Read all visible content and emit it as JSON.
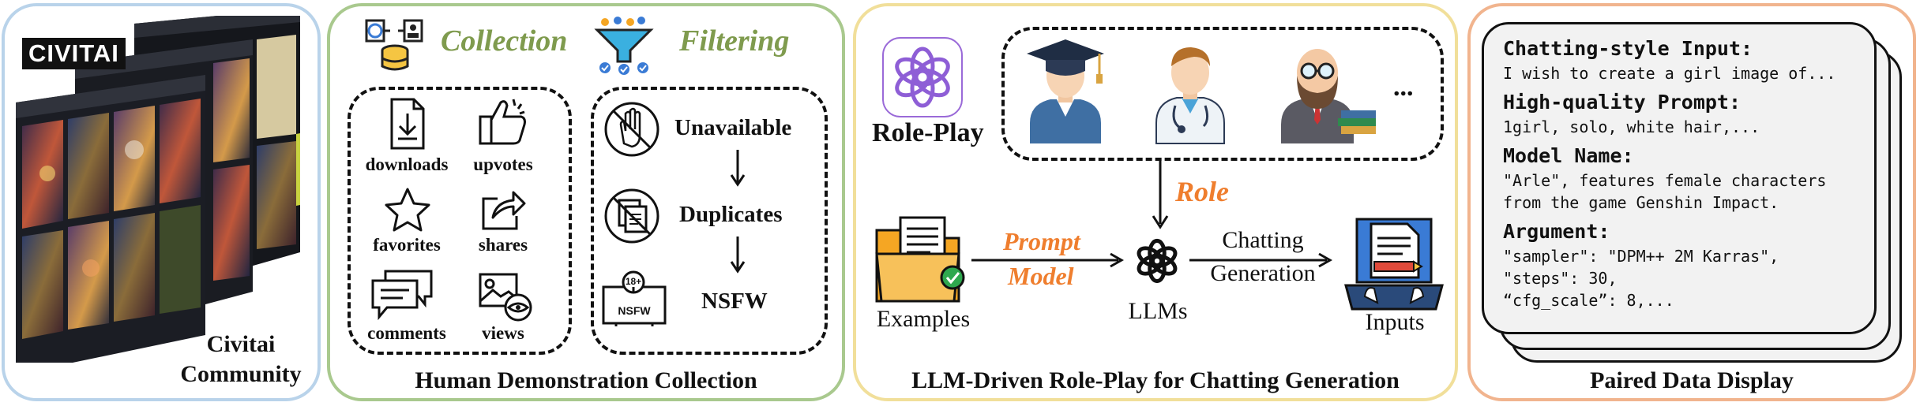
{
  "panel1": {
    "logo": "CIVITAI",
    "label_line1": "Civitai",
    "label_line2": "Community"
  },
  "panel2": {
    "collection_title": "Collection",
    "filtering_title": "Filtering",
    "metrics": [
      "downloads",
      "upvotes",
      "favorites",
      "shares",
      "comments",
      "views"
    ],
    "filter_steps": [
      "Unavailable",
      "Duplicates",
      "NSFW"
    ],
    "badge": "18+",
    "badge_sub": "NSFW",
    "caption": "Human Demonstration Collection"
  },
  "panel3": {
    "roleplay_label": "Role-Play",
    "ellipsis": "...",
    "role_label": "Role",
    "prompt_model_line1": "Prompt",
    "prompt_model_line2": "Model",
    "examples_label": "Examples",
    "llms_label": "LLMs",
    "chatting_line1": "Chatting",
    "chatting_line2": "Generation",
    "inputs_label": "Inputs",
    "caption": "LLM-Driven Role-Play for Chatting Generation"
  },
  "panel4": {
    "caption": "Paired Data Display",
    "sections": [
      {
        "heading": "Chatting-style Input:",
        "lines": [
          "I wish to create a girl image of..."
        ]
      },
      {
        "heading": "High-quality Prompt:",
        "lines": [
          "1girl, solo, white hair,..."
        ]
      },
      {
        "heading": "Model Name:",
        "lines": [
          "\"Arle\", features female characters",
          "from the game Genshin Impact."
        ]
      },
      {
        "heading": "Argument:",
        "lines": [
          "\"sampler\": \"DPM++ 2M Karras\",",
          "\"steps\": 30,",
          "“cfg_scale”: 8,..."
        ]
      }
    ]
  },
  "colors": {
    "green_accent": "#7f9b4e",
    "orange_accent": "#ef7e2e",
    "panel1_border": "#b9d3ea",
    "panel2_border": "#a9c98e",
    "panel3_border": "#f1df9a",
    "panel4_border": "#f1b48e"
  }
}
